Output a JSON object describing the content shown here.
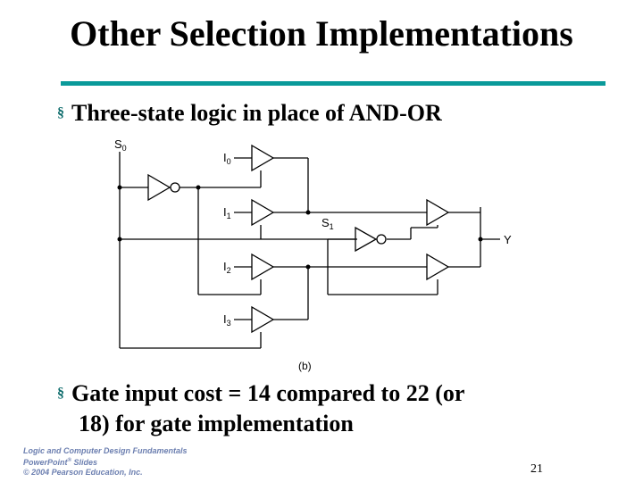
{
  "title": "Other Selection Implementations",
  "bullets": {
    "first": "Three-state logic in place of AND-OR",
    "second_line1": "Gate input cost = 14 compared to 22 (or",
    "second_line2": "18) for gate implementation",
    "marker": "§"
  },
  "diagram": {
    "labels": {
      "s0": "S",
      "s0_sub": "0",
      "s1": "S",
      "s1_sub": "1",
      "i0": "I",
      "i0_sub": "0",
      "i1": "I",
      "i1_sub": "1",
      "i2": "I",
      "i2_sub": "2",
      "i3": "I",
      "i3_sub": "3",
      "y": "Y",
      "caption": "(b)"
    }
  },
  "footer": {
    "line1": "Logic and Computer Design Fundamentals",
    "line2_a": "PowerPoint",
    "line2_sup": "®",
    "line2_b": " Slides",
    "line3": "© 2004 Pearson Education, Inc."
  },
  "page_number": "21",
  "colors": {
    "accent_rule": "#0a9a9a",
    "footer_text": "#6c7fb0"
  }
}
